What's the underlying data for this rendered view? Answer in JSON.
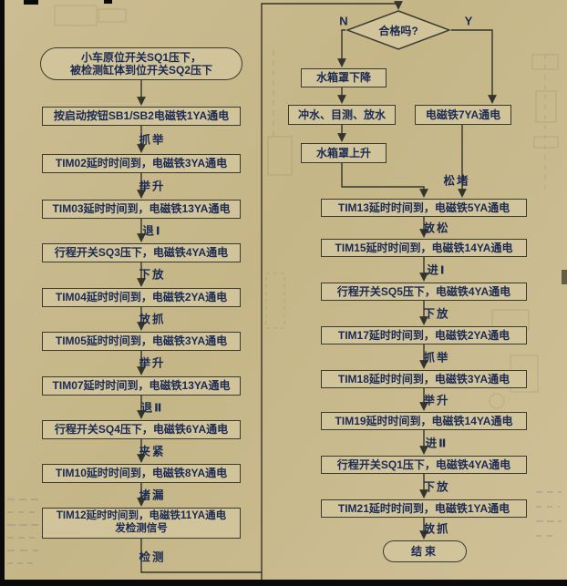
{
  "colors": {
    "paper": "#c7b88a",
    "box_fill": "#d1c39a",
    "ink_line": "#33342b",
    "ink_text": "#1b2a52"
  },
  "left": {
    "start_line1": "小车原位开关SQ1压下，",
    "start_line2": "被检测缸体到位开关SQ2压下",
    "steps": [
      {
        "text": "按启动按钮SB1/SB2电磁铁1YA通电",
        "label": "抓举"
      },
      {
        "text": "TIM02延时时间到，电磁铁3YA通电",
        "label": "举升"
      },
      {
        "text": "TIM03延时时间到，电磁铁13YA通电",
        "label": "退Ⅰ"
      },
      {
        "text": "行程开关SQ3压下，电磁铁4YA通电",
        "label": "下放"
      },
      {
        "text": "TIM04延时时间到，电磁铁2YA通电",
        "label": "放抓"
      },
      {
        "text": "TIM05延时时间到，电磁铁3YA通电",
        "label": "举升"
      },
      {
        "text": "TIM07延时时间到，电磁铁13YA通电",
        "label": "退Ⅱ"
      },
      {
        "text": "行程开关SQ4压下，电磁铁6YA通电",
        "label": "夹紧"
      },
      {
        "text": "TIM10延时时间到，电磁铁8YA通电",
        "label": "堵漏"
      },
      {
        "text": "TIM12延时时间到，电磁铁11YA通电",
        "text2": "发检测信号",
        "label": "检测"
      }
    ]
  },
  "right": {
    "decision": "合格吗?",
    "branch_no": "N",
    "branch_yes": "Y",
    "no_steps": [
      "水箱罩下降",
      "冲水、目测、放水",
      "水箱罩上升"
    ],
    "yes_step": "电磁铁7YA通电",
    "merge_label": "松堵",
    "steps": [
      {
        "text": "TIM13延时时间到，电磁铁5YA通电",
        "label": "放松"
      },
      {
        "text": "TIM15延时时间到，电磁铁14YA通电",
        "label": "进Ⅰ"
      },
      {
        "text": "行程开关SQ5压下，电磁铁4YA通电",
        "label": "下放"
      },
      {
        "text": "TIM17延时时间到，电磁铁2YA通电",
        "label": "抓举"
      },
      {
        "text": "TIM18延时时间到，电磁铁3YA通电",
        "label": "举升"
      },
      {
        "text": "TIM19延时时间到，电磁铁14YA通电",
        "label": "进Ⅱ"
      },
      {
        "text": "行程开关SQ1压下，电磁铁4YA通电",
        "label": "下放"
      },
      {
        "text": "TIM21延时时间到，电磁铁1YA通电",
        "label": "放抓"
      }
    ],
    "end": "结束"
  }
}
